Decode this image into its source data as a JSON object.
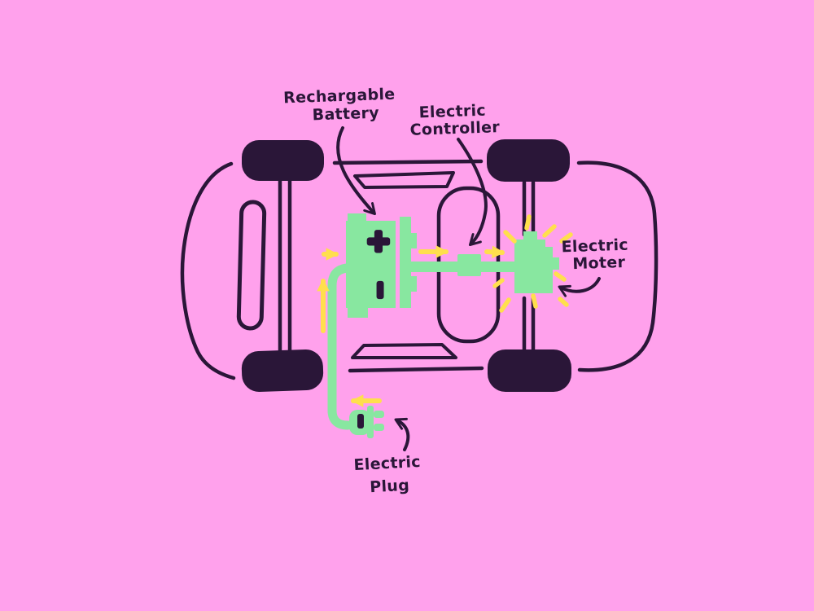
{
  "labels": {
    "battery": {
      "line1": "Rechargable",
      "line2": "Battery"
    },
    "controller": {
      "line1": "Electric",
      "line2": "Controller"
    },
    "motor": {
      "line1": "Electric",
      "line2": "Moter"
    },
    "plug": {
      "line1": "Electric",
      "line2": "Plug"
    }
  },
  "terminals": {
    "positive": "+",
    "negative": "−"
  },
  "colors": {
    "background": "#FFA1EC",
    "ink": "#2A1638",
    "component_green": "#88E7A0",
    "energy_yellow": "#FFDF4D"
  }
}
